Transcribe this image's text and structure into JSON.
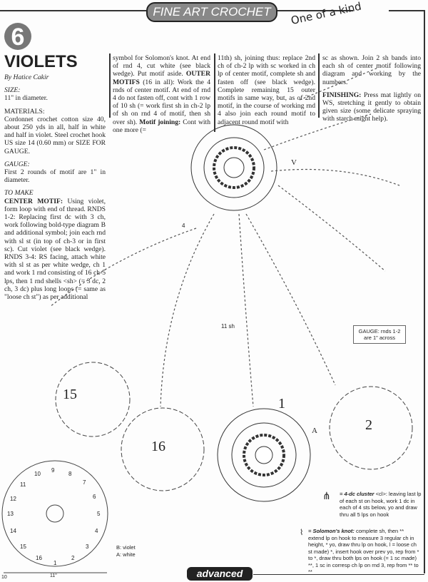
{
  "header": {
    "section": "FINE ART CROCHET",
    "tagline": "One of a kind"
  },
  "pattern": {
    "number": "6",
    "title": "VIOLETS",
    "byline": "By Hatice Cakir",
    "size_label": "SIZE:",
    "size_text": "11\" in diameter.",
    "materials_label": "MATERIALS:",
    "materials_text": "Cordonnet crochet cotton size 40, about 250 yds in all, half in white and half in violet. Steel crochet hook US size 14 (0.60 mm) or SIZE FOR GAUGE.",
    "gauge_label": "GAUGE:",
    "gauge_text": "First 2 rounds of motif are 1\" in diameter.",
    "to_make_label": "TO MAKE",
    "center_label": "CENTER MOTIF:",
    "center_text": "Using violet, form loop with end of thread. RNDS 1-2: Replacing first dc with 3 ch, work following bold-type diagram B and additional symbol; join each rnd with sl st (in top of ch-3 or in first sc). Cut violet (see black wedge). RNDS 3-4: RS facing, attach white with sl st as per white wedge, ch 1 and work 1 rnd consisting of 16 ch-5 lps, then 1 rnd shells <sh> (= 3 dc, 2 ch, 3 dc) plus long loops (= same as \"loose ch st\") as per additional",
    "col2_text": "symbol for Solomon's knot. At end of rnd 4, cut white (see black wedge). Put motif aside.",
    "outer_label": "OUTER MOTIFS",
    "outer_text": "(16 in all): Work the 4 rnds of center motif. At end of rnd 4 do not fasten off, cont with 1 row of 10 sh (= work first sh in ch-2 lp of sh on rnd 4 of motif, then sh over sh).",
    "joining_label": "Motif joining:",
    "joining_text": "Cont with one more (=",
    "col3_text": "11th) sh, joining thus: replace 2nd ch of ch-2 lp with sc worked in ch lp of center motif, complete sh and fasten off (see black wedge). Complete remaining 15 outer motifs in same way, but, as of 2nd motif, in the course of working rnd 4 also join each round motif to adjacent round motif with",
    "col4_text": "sc as shown. Join 2 sh bands into each sh of center motif following diagram and working by the numbers.",
    "finishing_label": "FINISHING:",
    "finishing_text": "Press mat lightly on WS, stretching it gently to obtain given size (some delicate spraying with starch might help)."
  },
  "diagram": {
    "motif_labels": [
      "15",
      "16",
      "1",
      "2"
    ],
    "band_label": "11 sh",
    "marker_a": "A",
    "marker_v": "V",
    "marker_4": "4",
    "gauge_box": [
      "GAUGE: rnds 1-2",
      "are 1\" across"
    ],
    "small_numbers": [
      "1",
      "2",
      "3",
      "4",
      "5",
      "6",
      "7",
      "8",
      "9",
      "10",
      "11",
      "12",
      "13",
      "14",
      "15",
      "16"
    ],
    "dimension": "11\"",
    "key_b": "B: violet",
    "key_a": "A: white"
  },
  "legend": {
    "cluster_name": "= 4-dc cluster",
    "cluster_text": "<cl>: leaving last lp of each st on hook, work 1 dc in each of 4 sts below, yo and draw thru all 5 lps on hook",
    "knot_name": "= Solomon's knot:",
    "knot_text": "complete sh, then ** extend lp on hook to measure 3 regular ch in height, * yo, draw thru lp on hook, l = loose ch st made) *, insert hook over prev yo, rep from * to *, draw thru both lps on hook (= 1 sc made) **, 1 sc in corresp ch lp on rnd 3, rep from ** to **"
  },
  "footer": {
    "level": "advanced",
    "page": "10"
  }
}
